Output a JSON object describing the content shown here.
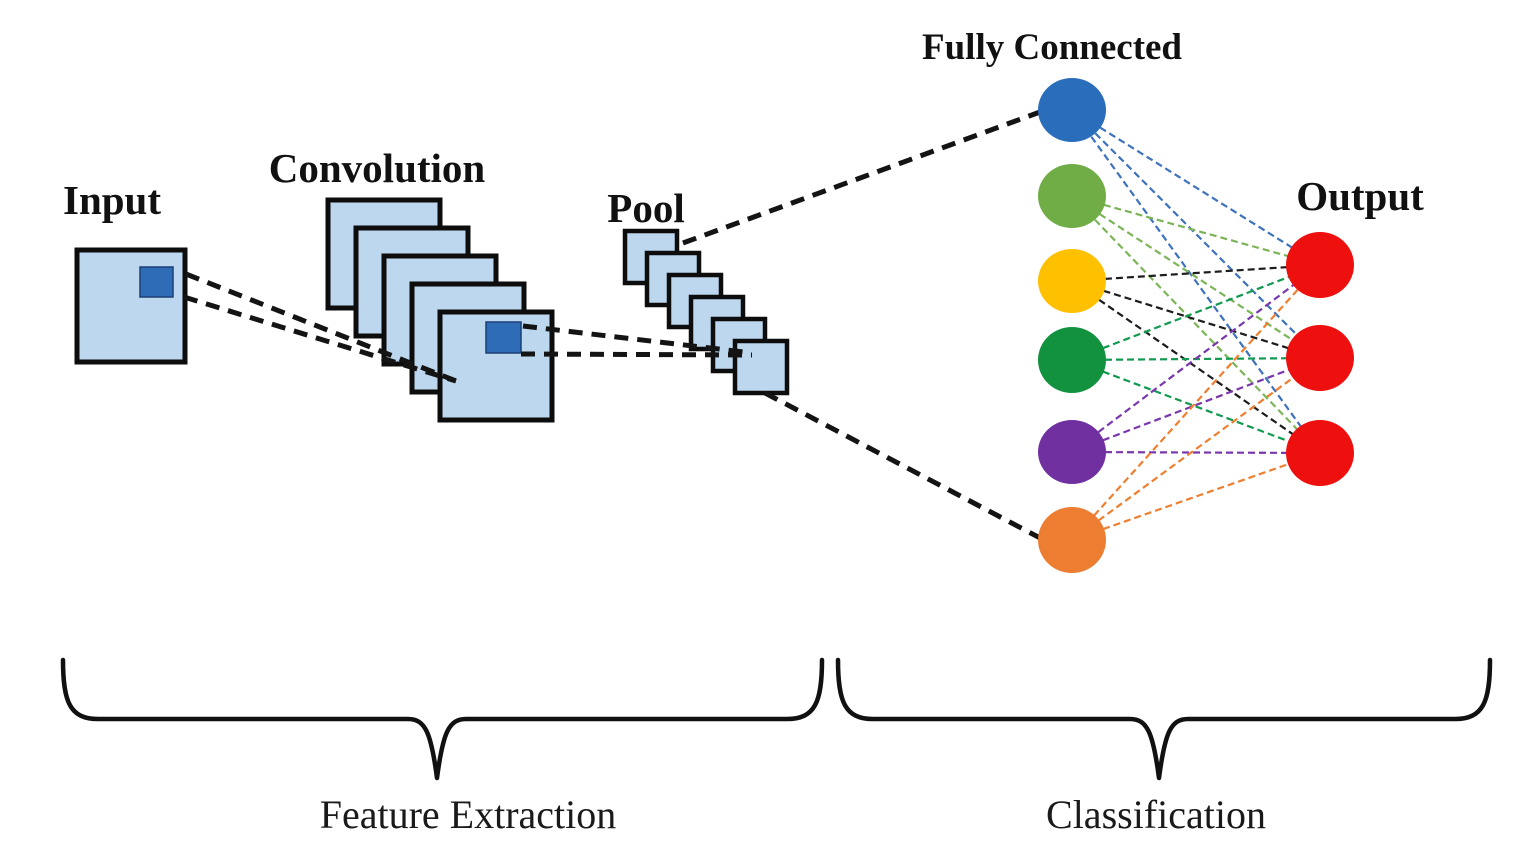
{
  "diagram": {
    "labels": {
      "input": "Input",
      "convolution": "Convolution",
      "pool": "Pool",
      "fully_connected": "Fully Connected",
      "output": "Output"
    },
    "stage_labels": {
      "feature_extraction": "Feature Extraction",
      "classification": "Classification"
    },
    "structure": {
      "input_maps": 1,
      "convolution_maps": 5,
      "pool_maps": 6,
      "fully_connected_nodes": 6,
      "output_nodes": 3
    },
    "colors": {
      "feature_map_fill": "#BDD7EE",
      "receptive_field_fill": "#2E6DB5",
      "connector": "#141414",
      "output_node": "#EE0F0F",
      "fc_nodes": [
        "#2A6EBB",
        "#70AD47",
        "#FFC000",
        "#12913F",
        "#7030A0",
        "#ED7D31"
      ],
      "fc_line_colors": [
        "#3E72BC",
        "#7CB457",
        "#1C1C1C",
        "#119A50",
        "#7937AE",
        "#EF7F30"
      ]
    }
  }
}
